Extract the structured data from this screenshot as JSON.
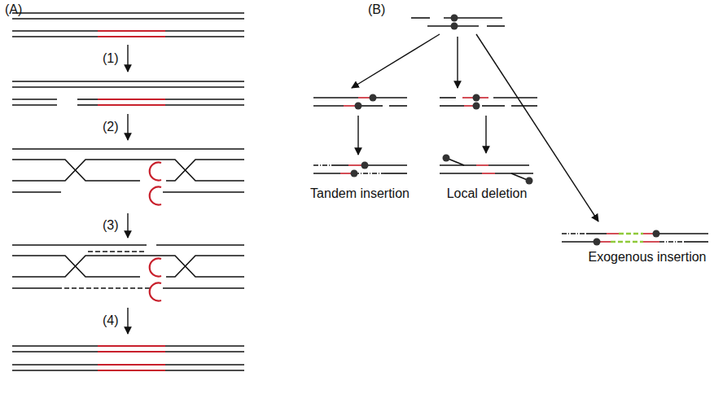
{
  "diagram": {
    "labels": [
      "(A)",
      "(B)",
      "(1)",
      "(2)",
      "(3)",
      "(4)",
      "Tandem insertion",
      "Local deletion",
      "Exogenous insertion"
    ]
  }
}
